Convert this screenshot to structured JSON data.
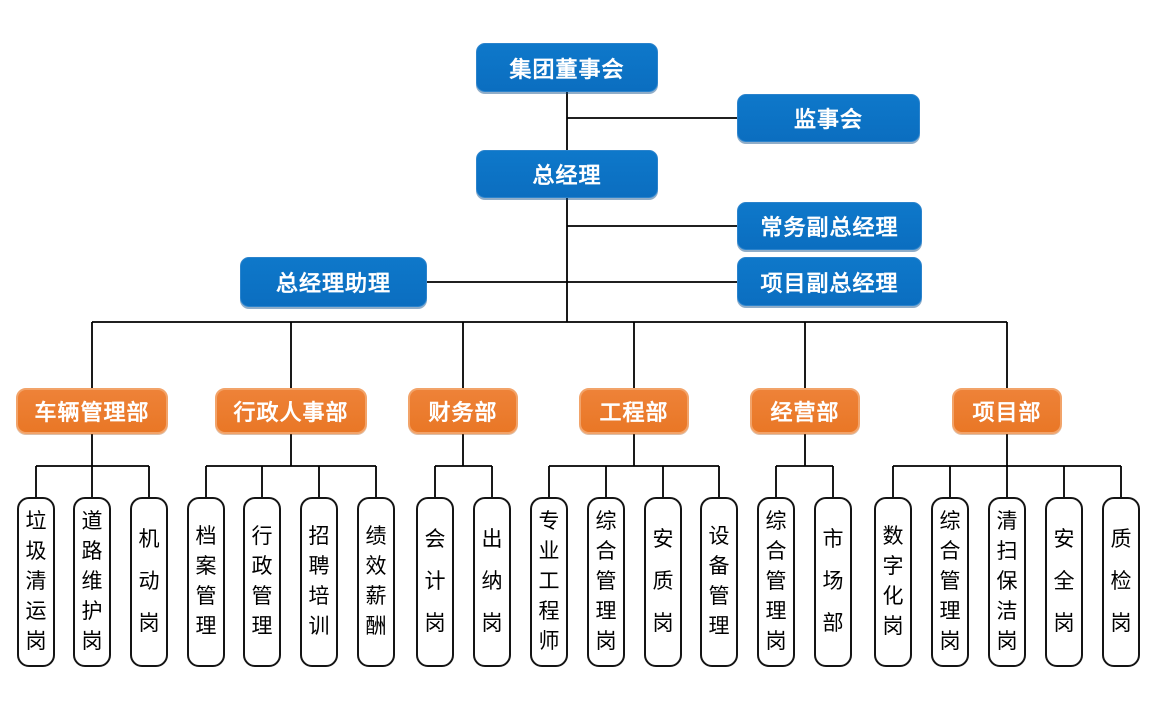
{
  "colors": {
    "node_blue": "#0C72C4",
    "node_orange": "#ED7D31",
    "leaf_border": "#141414",
    "connector": "#000000",
    "text_on_color": "#FFFFFF",
    "text_on_leaf": "#000000"
  },
  "org": {
    "board": {
      "label": "集团董事会"
    },
    "supervisory": {
      "label": "监事会"
    },
    "general_manager": {
      "label": "总经理"
    },
    "executive_deputy_gm": {
      "label": "常务副总经理"
    },
    "gm_assistant": {
      "label": "总经理助理"
    },
    "project_deputy_gm": {
      "label": "项目副总经理"
    },
    "departments": [
      {
        "label": "车辆管理部",
        "positions": [
          "垃圾清运岗",
          "道路维护岗",
          "机动岗"
        ]
      },
      {
        "label": "行政人事部",
        "positions": [
          "档案管理",
          "行政管理",
          "招聘培训",
          "绩效薪酬"
        ]
      },
      {
        "label": "财务部",
        "positions": [
          "会计岗",
          "出纳岗"
        ]
      },
      {
        "label": "工程部",
        "positions": [
          "专业工程师",
          "综合管理岗",
          "安质岗",
          "设备管理"
        ]
      },
      {
        "label": "经营部",
        "positions": [
          "综合管理岗",
          "市场部"
        ]
      },
      {
        "label": "项目部",
        "positions": [
          "数字化岗",
          "综合管理岗",
          "清扫保洁岗",
          "安全岗",
          "质检岗"
        ]
      }
    ]
  }
}
